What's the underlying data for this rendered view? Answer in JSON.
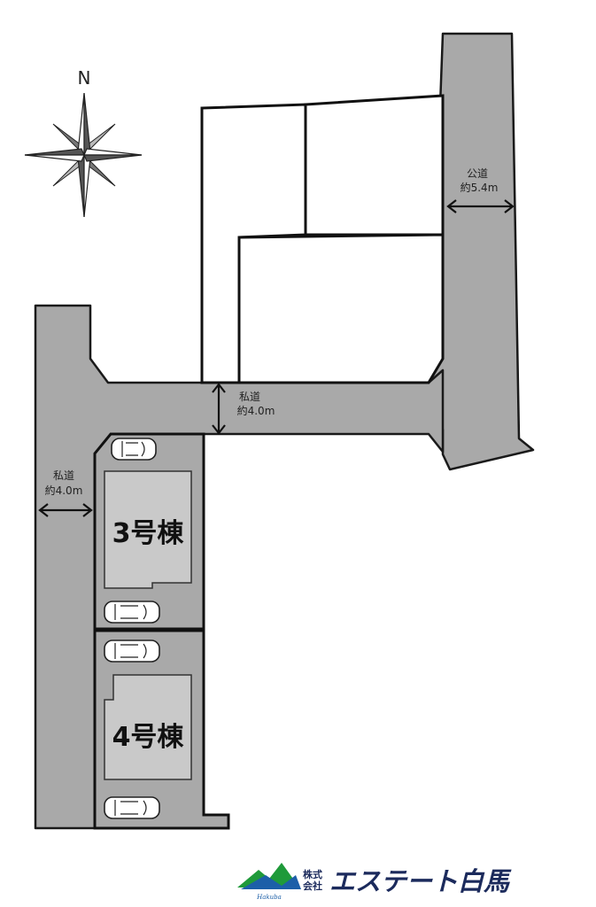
{
  "compass": {
    "label": "N"
  },
  "roads": {
    "public": {
      "line1": "公道",
      "line2": "約5.4m"
    },
    "private_horizontal": {
      "line1": "私道",
      "line2": "約4.0m"
    },
    "private_vertical": {
      "line1": "私道",
      "line2": "約4.0m"
    }
  },
  "buildings": [
    {
      "label": "3号棟"
    },
    {
      "label": "4号棟"
    }
  ],
  "company": {
    "prefix_top": "株式",
    "prefix_bottom": "会社",
    "name": "エステート白馬",
    "logo_script": "Hakuba"
  },
  "colors": {
    "road": "#a9a9a9",
    "building": "#c9c9c9",
    "logo_green": "#1f9a3a",
    "logo_blue": "#1c5fa8",
    "logo_navy": "#1b2a5c"
  }
}
